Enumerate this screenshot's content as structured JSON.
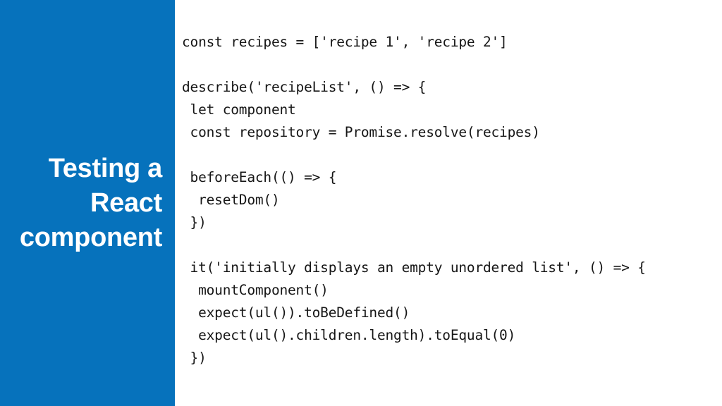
{
  "slide": {
    "title": "Testing a\nReact\ncomponent",
    "accent_color": "#0672bc",
    "background_color": "#ffffff",
    "title_color": "#ffffff",
    "code_color": "#161616"
  },
  "code": {
    "language": "javascript",
    "lines": [
      "const recipes = ['recipe 1', 'recipe 2']",
      "",
      "describe('recipeList', () => {",
      " let component",
      " const repository = Promise.resolve(recipes)",
      "",
      " beforeEach(() => {",
      "  resetDom()",
      " })",
      "",
      " it('initially displays an empty unordered list', () => {",
      "  mountComponent()",
      "  expect(ul()).toBeDefined()",
      "  expect(ul().children.length).toEqual(0)",
      " })"
    ]
  }
}
